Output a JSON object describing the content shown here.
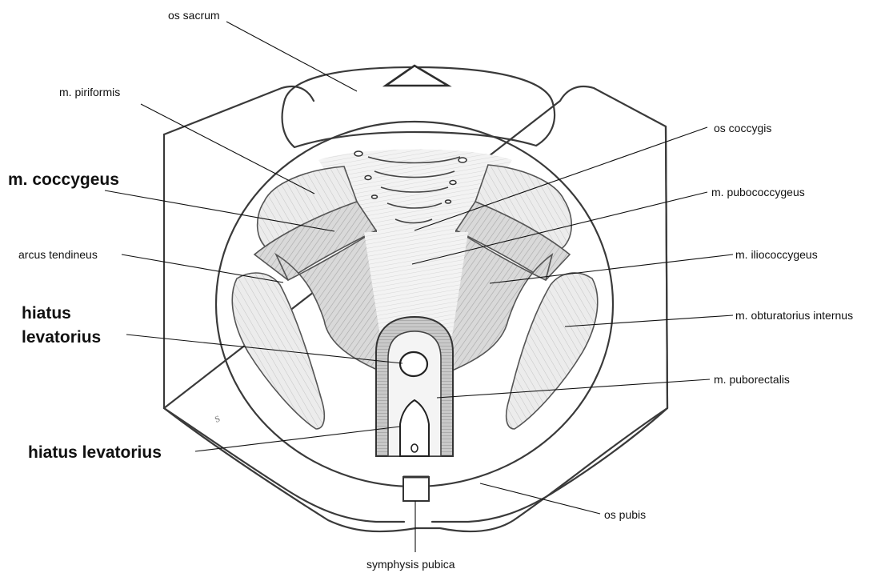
{
  "diagram": {
    "labels": {
      "os_sacrum": "os sacrum",
      "m_piriformis": "m. piriformis",
      "m_coccygeus": "m. coccygeus",
      "arcus_tendineus": "arcus tendineus",
      "hiatus_levatorius_line1": "hiatus",
      "hiatus_levatorius_line2": "levatorius",
      "hiatus_levatorius_2": "hiatus levatorius",
      "os_coccygis": "os coccygis",
      "m_pubococcygeus": "m. pubococcygeus",
      "m_iliococcygeus": "m. iliococcygeus",
      "m_obturatorius_internus": "m. obturatorius internus",
      "m_puborectalis": "m. puborectalis",
      "os_pubis": "os pubis",
      "symphysis_pubica": "symphysis pubica"
    },
    "colors": {
      "ink": "#111111",
      "pencil": "#3a3a3a",
      "muscle_shade": "#bdbdbd"
    }
  }
}
